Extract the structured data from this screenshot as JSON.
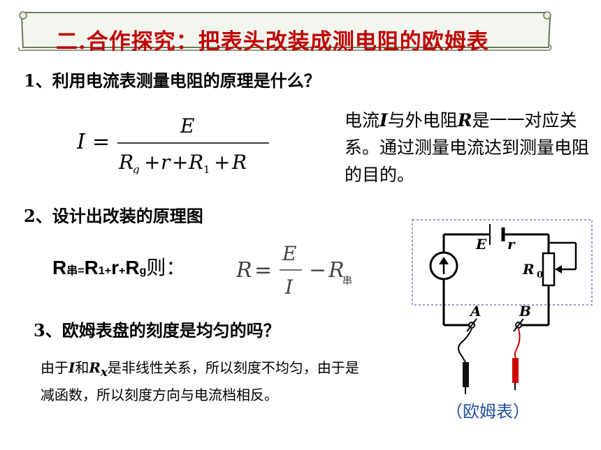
{
  "banner": {
    "title": "二.合作探究：把表头改装成测电阻的欧姆表"
  },
  "q1": {
    "label": "1、利用电流表测量电阻的原理是什么？"
  },
  "q1_desc": {
    "pre": "电流",
    "var_i": "I",
    "mid": "与外电阻",
    "var_r": "R",
    "post": "是一一对应关系。通过测量电流达到测量电阻的目的。"
  },
  "q2": {
    "label": "2、设计出改装的原理图"
  },
  "r_series": {
    "r": "R",
    "sub_chuan": "串=",
    "r1": "R",
    "sub1": "1+",
    "rr": "r",
    "plus": "+",
    "rg": "R",
    "subg": "g",
    "ze": "则："
  },
  "q3": {
    "label": "3、欧姆表盘的刻度是均匀的吗？"
  },
  "q3_explain": {
    "pre": "由于",
    "var_i": "I",
    "and": "和",
    "var_r": "R",
    "sub_x": "x",
    "post": "是非线性关系，所以刻度不均匀，由于是减函数，所以刻度方向与电流档相反。"
  },
  "circuit": {
    "label_e": "E",
    "label_r": "r",
    "label_r0": "R",
    "label_r0_sub": "0",
    "label_a": "A",
    "label_b": "B"
  },
  "caption": {
    "text": "（欧姆表）"
  },
  "colors": {
    "title": "#c00000",
    "caption": "#1f4e9e",
    "scroll_border": "#6b7a5a"
  }
}
